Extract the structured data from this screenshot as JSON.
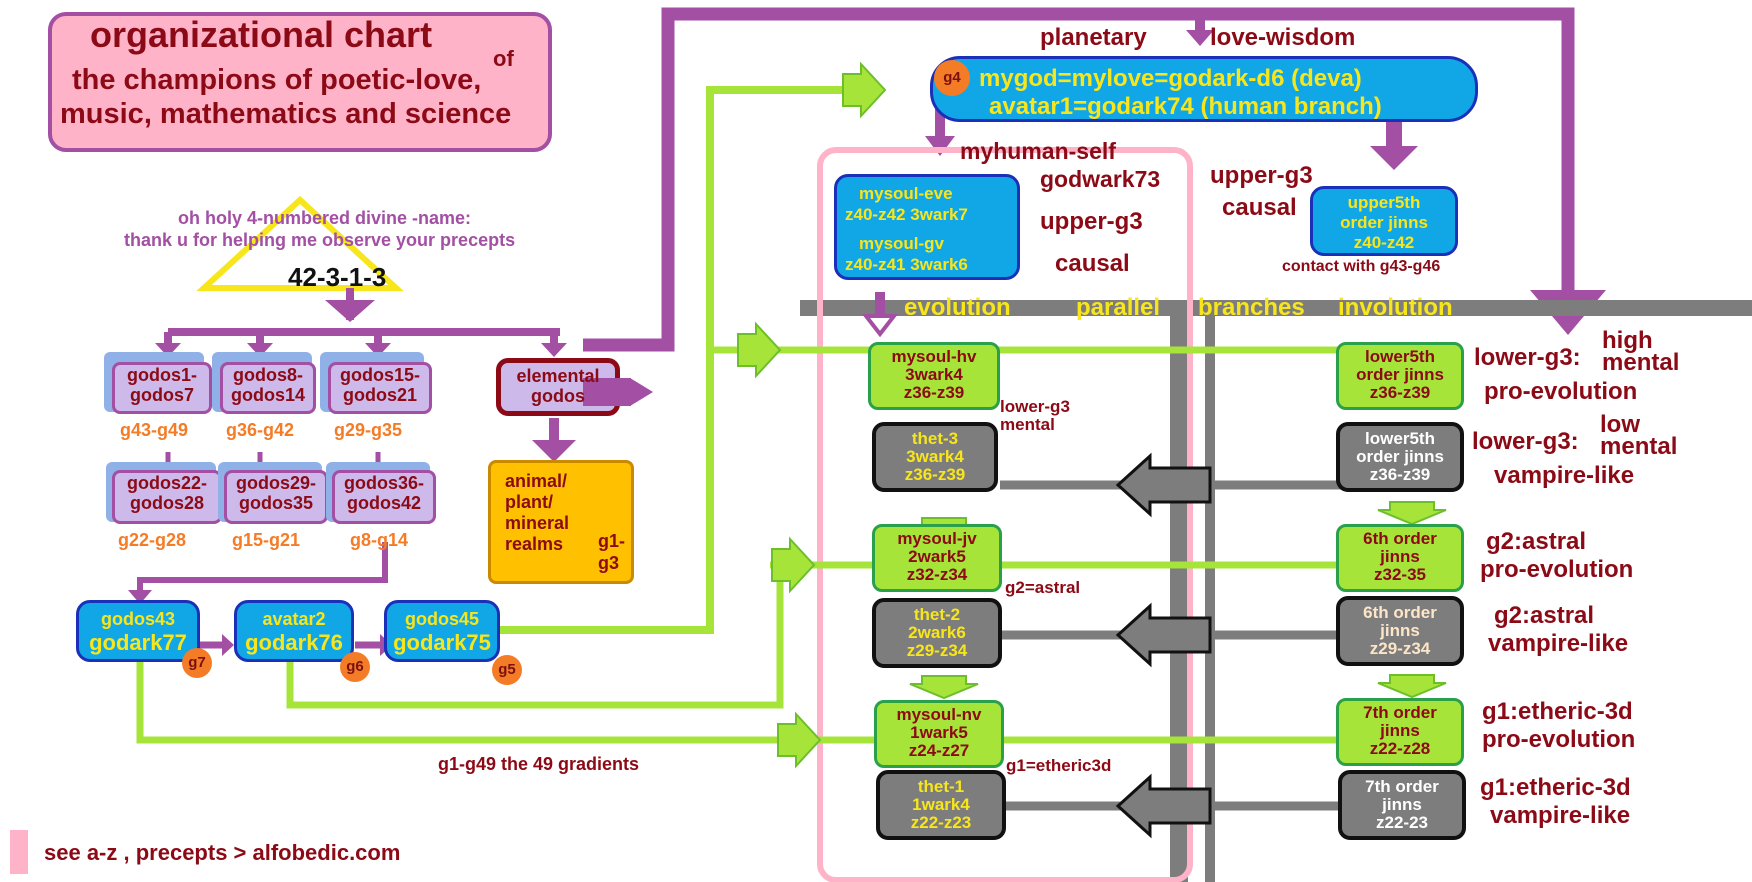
{
  "title": {
    "line1": "organizational chart",
    "of": "of",
    "line2": "the champions of poetic-love,",
    "line3": "music, mathematics and science"
  },
  "invocation": {
    "line1": "oh holy 4-numbered divine -name:",
    "line2": "thank u for helping me observe your precepts",
    "number": "42-3-1-3"
  },
  "godos_groups": [
    {
      "label": "godos1-\ngodos7",
      "range": "g43-g49"
    },
    {
      "label": "godos8-\ngodos14",
      "range": "g36-g42"
    },
    {
      "label": "godos15-\ngodos21",
      "range": "g29-g35"
    },
    {
      "label": "godos22-\ngodos28",
      "range": "g22-g28"
    },
    {
      "label": "godos29-\ngodos35",
      "range": "g15-g21"
    },
    {
      "label": "godos36-\ngodos42",
      "range": "g8-g14"
    }
  ],
  "elemental": {
    "label": "elemental\ngodos"
  },
  "realms": {
    "label": "animal/\nplant/\nmineral\nrealms",
    "g": "g1-\ng3"
  },
  "godarks": [
    {
      "top": "godos43",
      "bottom": "godark77",
      "badge": "g7"
    },
    {
      "top": "avatar2",
      "bottom": "godark76",
      "badge": "g6"
    },
    {
      "top": "godos45",
      "bottom": "godark75",
      "badge": "g5"
    }
  ],
  "gradients_label": "g1-g49 the 49 gradients",
  "footer": "see a-z , precepts   > alfobedic.com",
  "planetary": {
    "left": "planetary",
    "right": "love-wisdom"
  },
  "top_box": {
    "badge": "g4",
    "line1": "mygod=mylove=godark-d6 (deva)",
    "line2": "avatar1=godark74 (human branch)"
  },
  "myhuman": {
    "title": "myhuman-self",
    "sub": "godwark73"
  },
  "soul_box": {
    "l1": "mysoul-eve",
    "l2": "z40-z42   3wark7",
    "l3": "mysoul-gv",
    "l4": "z40-z41   3wark6"
  },
  "upper_g3_label": "upper-g3",
  "causal_label": "causal",
  "upper5": {
    "label": "upper5th\norder jinns\nz40-z42",
    "contact": "contact with g43-g46"
  },
  "band": {
    "evolution": "evolution",
    "parallel": "parallel",
    "branches": "branches",
    "involution": "involution"
  },
  "left_col": [
    {
      "text": "mysoul-hv\n3wark4\nz36-z39"
    },
    {
      "text": "thet-3\n3wark4\nz36-z39"
    },
    {
      "text": "mysoul-jv\n2wark5\nz32-z34"
    },
    {
      "text": "thet-2\n2wark6\nz29-z34"
    },
    {
      "text": "mysoul-nv\n1wark5\nz24-z27"
    },
    {
      "text": "thet-1\n1wark4\nz22-z23"
    }
  ],
  "right_col": [
    {
      "text": "lower5th\norder jinns\nz36-z39"
    },
    {
      "text": "lower5th\norder jinns\nz36-z39"
    },
    {
      "text": "6th order\njinns\nz32-35"
    },
    {
      "text": "6th order\njinns\nz29-z34"
    },
    {
      "text": "7th order\njinns\nz22-z28"
    },
    {
      "text": "7th order\njinns\nz22-23"
    }
  ],
  "inner_labels": {
    "lower_g3": "lower-g3\nmental",
    "g2": "g2=astral",
    "g1": "g1=etheric3d"
  },
  "right_labels": [
    {
      "a": "lower-g3:",
      "b": "high\nmental",
      "c": "pro-evolution"
    },
    {
      "a": "lower-g3:",
      "b": "low\nmental",
      "c": "vampire-like"
    },
    {
      "a": "g2:astral",
      "c": "pro-evolution"
    },
    {
      "a": "g2:astral",
      "c": "vampire-like"
    },
    {
      "a": "g1:etheric-3d",
      "c": "pro-evolution"
    },
    {
      "a": "g1:etheric-3d",
      "c": "vampire-like"
    }
  ],
  "colors": {
    "purple": "#a24fa4",
    "maroon": "#8b0a16",
    "lime": "#a6e43a",
    "blue": "#11a6e6",
    "grey": "#7d7d7d",
    "gold": "#ffc000",
    "pink": "#ffb3c8"
  }
}
